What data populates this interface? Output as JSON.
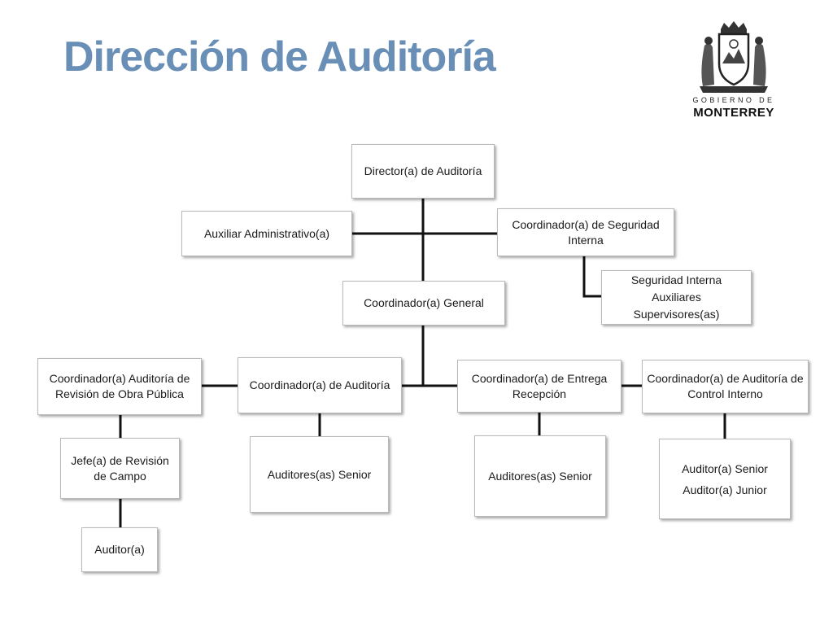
{
  "title": "Dirección de Auditoría",
  "logo": {
    "line1": "GOBIERNO DE",
    "line2": "MONTERREY",
    "icon": "coat-of-arms-icon"
  },
  "org": {
    "director": "Director(a) de Auditoría",
    "auxiliar_admin": "Auxiliar Administrativo(a)",
    "coord_seguridad": "Coordinador(a) de Seguridad Interna",
    "seguridad_staff": [
      "Seguridad Interna",
      "Auxiliares",
      "Supervisores(as)"
    ],
    "coord_general": "Coordinador(a) General",
    "coord_obra_publica": "Coordinador(a) Auditoría de Revisión de Obra Pública",
    "jefe_campo": "Jefe(a) de Revisión de Campo",
    "auditor": "Auditor(a)",
    "coord_auditoria": "Coordinador(a) de Auditoría",
    "auditores_senior_1": "Auditores(as) Senior",
    "coord_entrega": "Coordinador(a) de Entrega Recepción",
    "auditores_senior_2": "Auditores(as) Senior",
    "coord_control_interno": "Coordinador(a) de Auditoría de Control Interno",
    "control_staff": [
      "Auditor(a) Senior",
      "Auditor(a) Junior"
    ]
  }
}
